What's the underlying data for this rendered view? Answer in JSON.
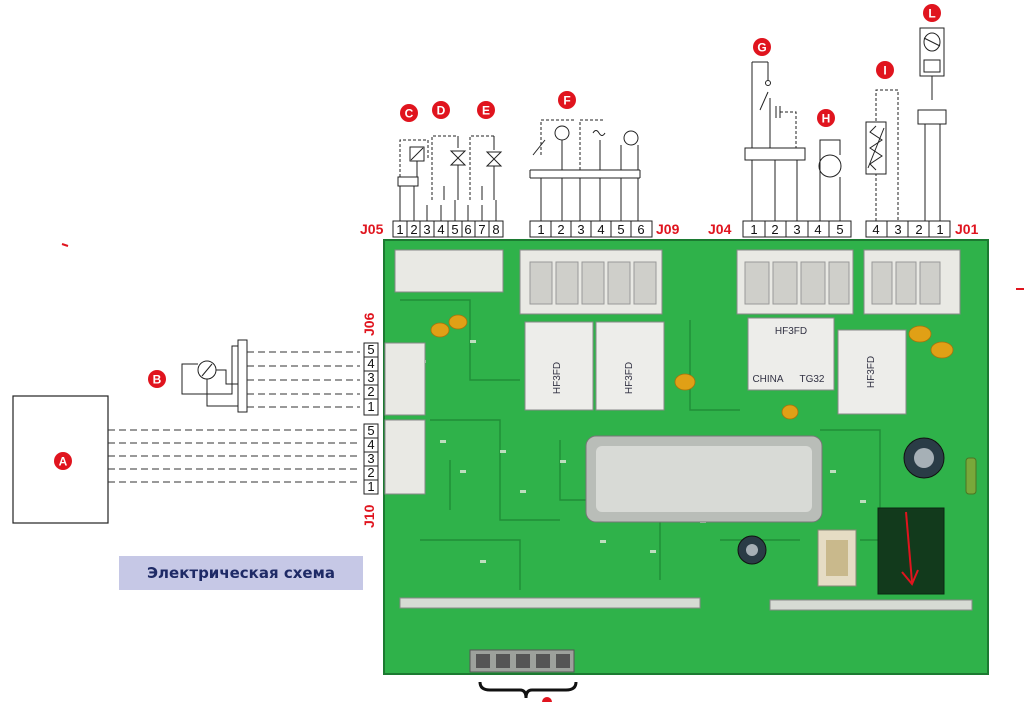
{
  "connectors": {
    "j05": {
      "label": "J05",
      "pins": [
        "1",
        "2",
        "3",
        "4",
        "5",
        "6",
        "7",
        "8"
      ]
    },
    "j09": {
      "label": "J09",
      "pins": [
        "1",
        "2",
        "3",
        "4",
        "5",
        "6"
      ]
    },
    "j04": {
      "label": "J04",
      "pins": [
        "1",
        "2",
        "3",
        "4",
        "5"
      ]
    },
    "j01": {
      "label": "J01",
      "pins": [
        "4",
        "3",
        "2",
        "1"
      ]
    },
    "j06": {
      "label": "J06",
      "pins": [
        "5",
        "4",
        "3",
        "2",
        "1"
      ]
    },
    "j10": {
      "label": "J10",
      "pins": [
        "5",
        "4",
        "3",
        "2",
        "1"
      ]
    }
  },
  "components": {
    "a": "A",
    "b": "B",
    "c": "C",
    "d": "D",
    "e": "E",
    "f": "F",
    "g": "G",
    "h": "H",
    "i": "I",
    "l": "L"
  },
  "relays": {
    "brand": "HF3FD",
    "origin": "CHINA",
    "code": "TG32"
  },
  "caption": "Электрическая схема",
  "colors": {
    "board": "#2fb24a",
    "board_dark": "#1f8a36",
    "connector": "#e9e9e4",
    "label_red": "#e0141e",
    "caption_bg": "#c6c8e6"
  }
}
